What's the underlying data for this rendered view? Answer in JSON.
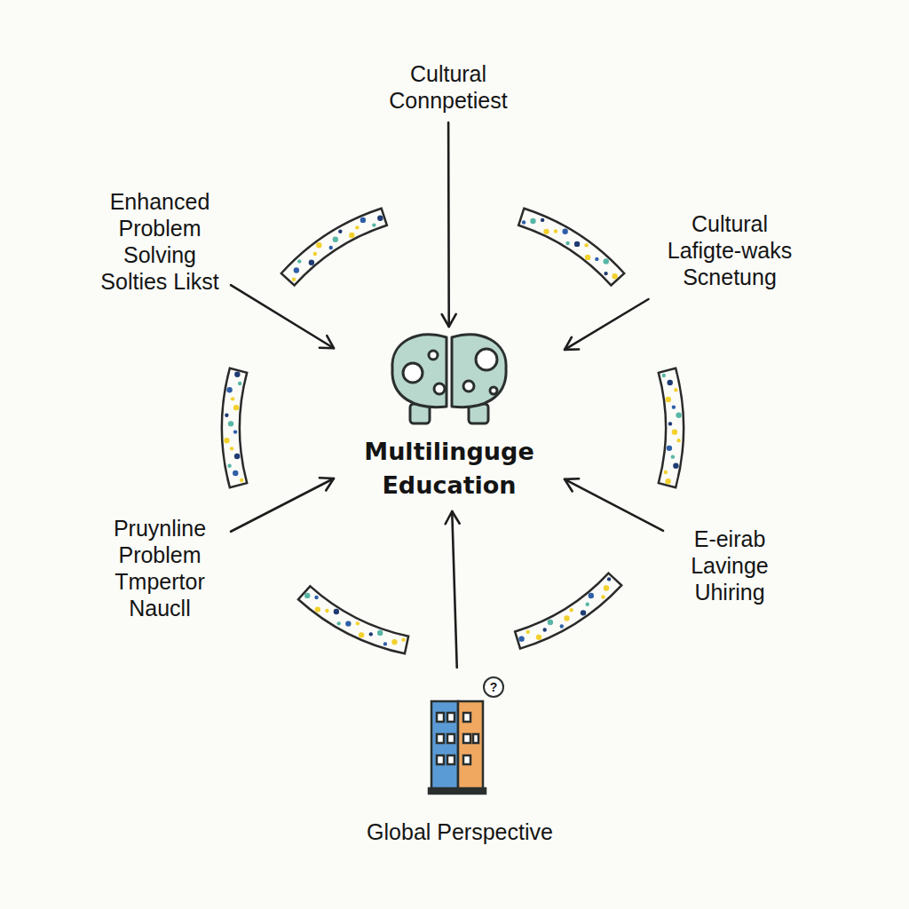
{
  "diagram": {
    "nodes": [
      {
        "text": [
          "Cultural Connpetiest"
        ]
      },
      {
        "text": [
          "Enhanced Problem Solving Solties Likst"
        ]
      },
      {
        "text": [
          "Cultural Lafigte-waks Scnetung"
        ]
      },
      {
        "text": [
          "Multilinguge Education"
        ]
      },
      {
        "text": [
          "Pruynline Problem Tmpertor Naucll"
        ]
      },
      {
        "text": [
          "E-eirab Lavinge Uhiring"
        ]
      },
      {
        "text": [
          "Global Perspective"
        ]
      }
    ],
    "edges": [
      {
        "from": 0,
        "to": 3,
        "arrow": "to"
      },
      {
        "from": 1,
        "to": 3,
        "arrow": "to"
      },
      {
        "from": 2,
        "to": 3,
        "arrow": "to"
      },
      {
        "from": 4,
        "to": 3,
        "arrow": "to"
      },
      {
        "from": 5,
        "to": 3,
        "arrow": "to"
      },
      {
        "from": 6,
        "to": 3,
        "arrow": "to"
      }
    ],
    "labels": [
      "?"
    ]
  }
}
